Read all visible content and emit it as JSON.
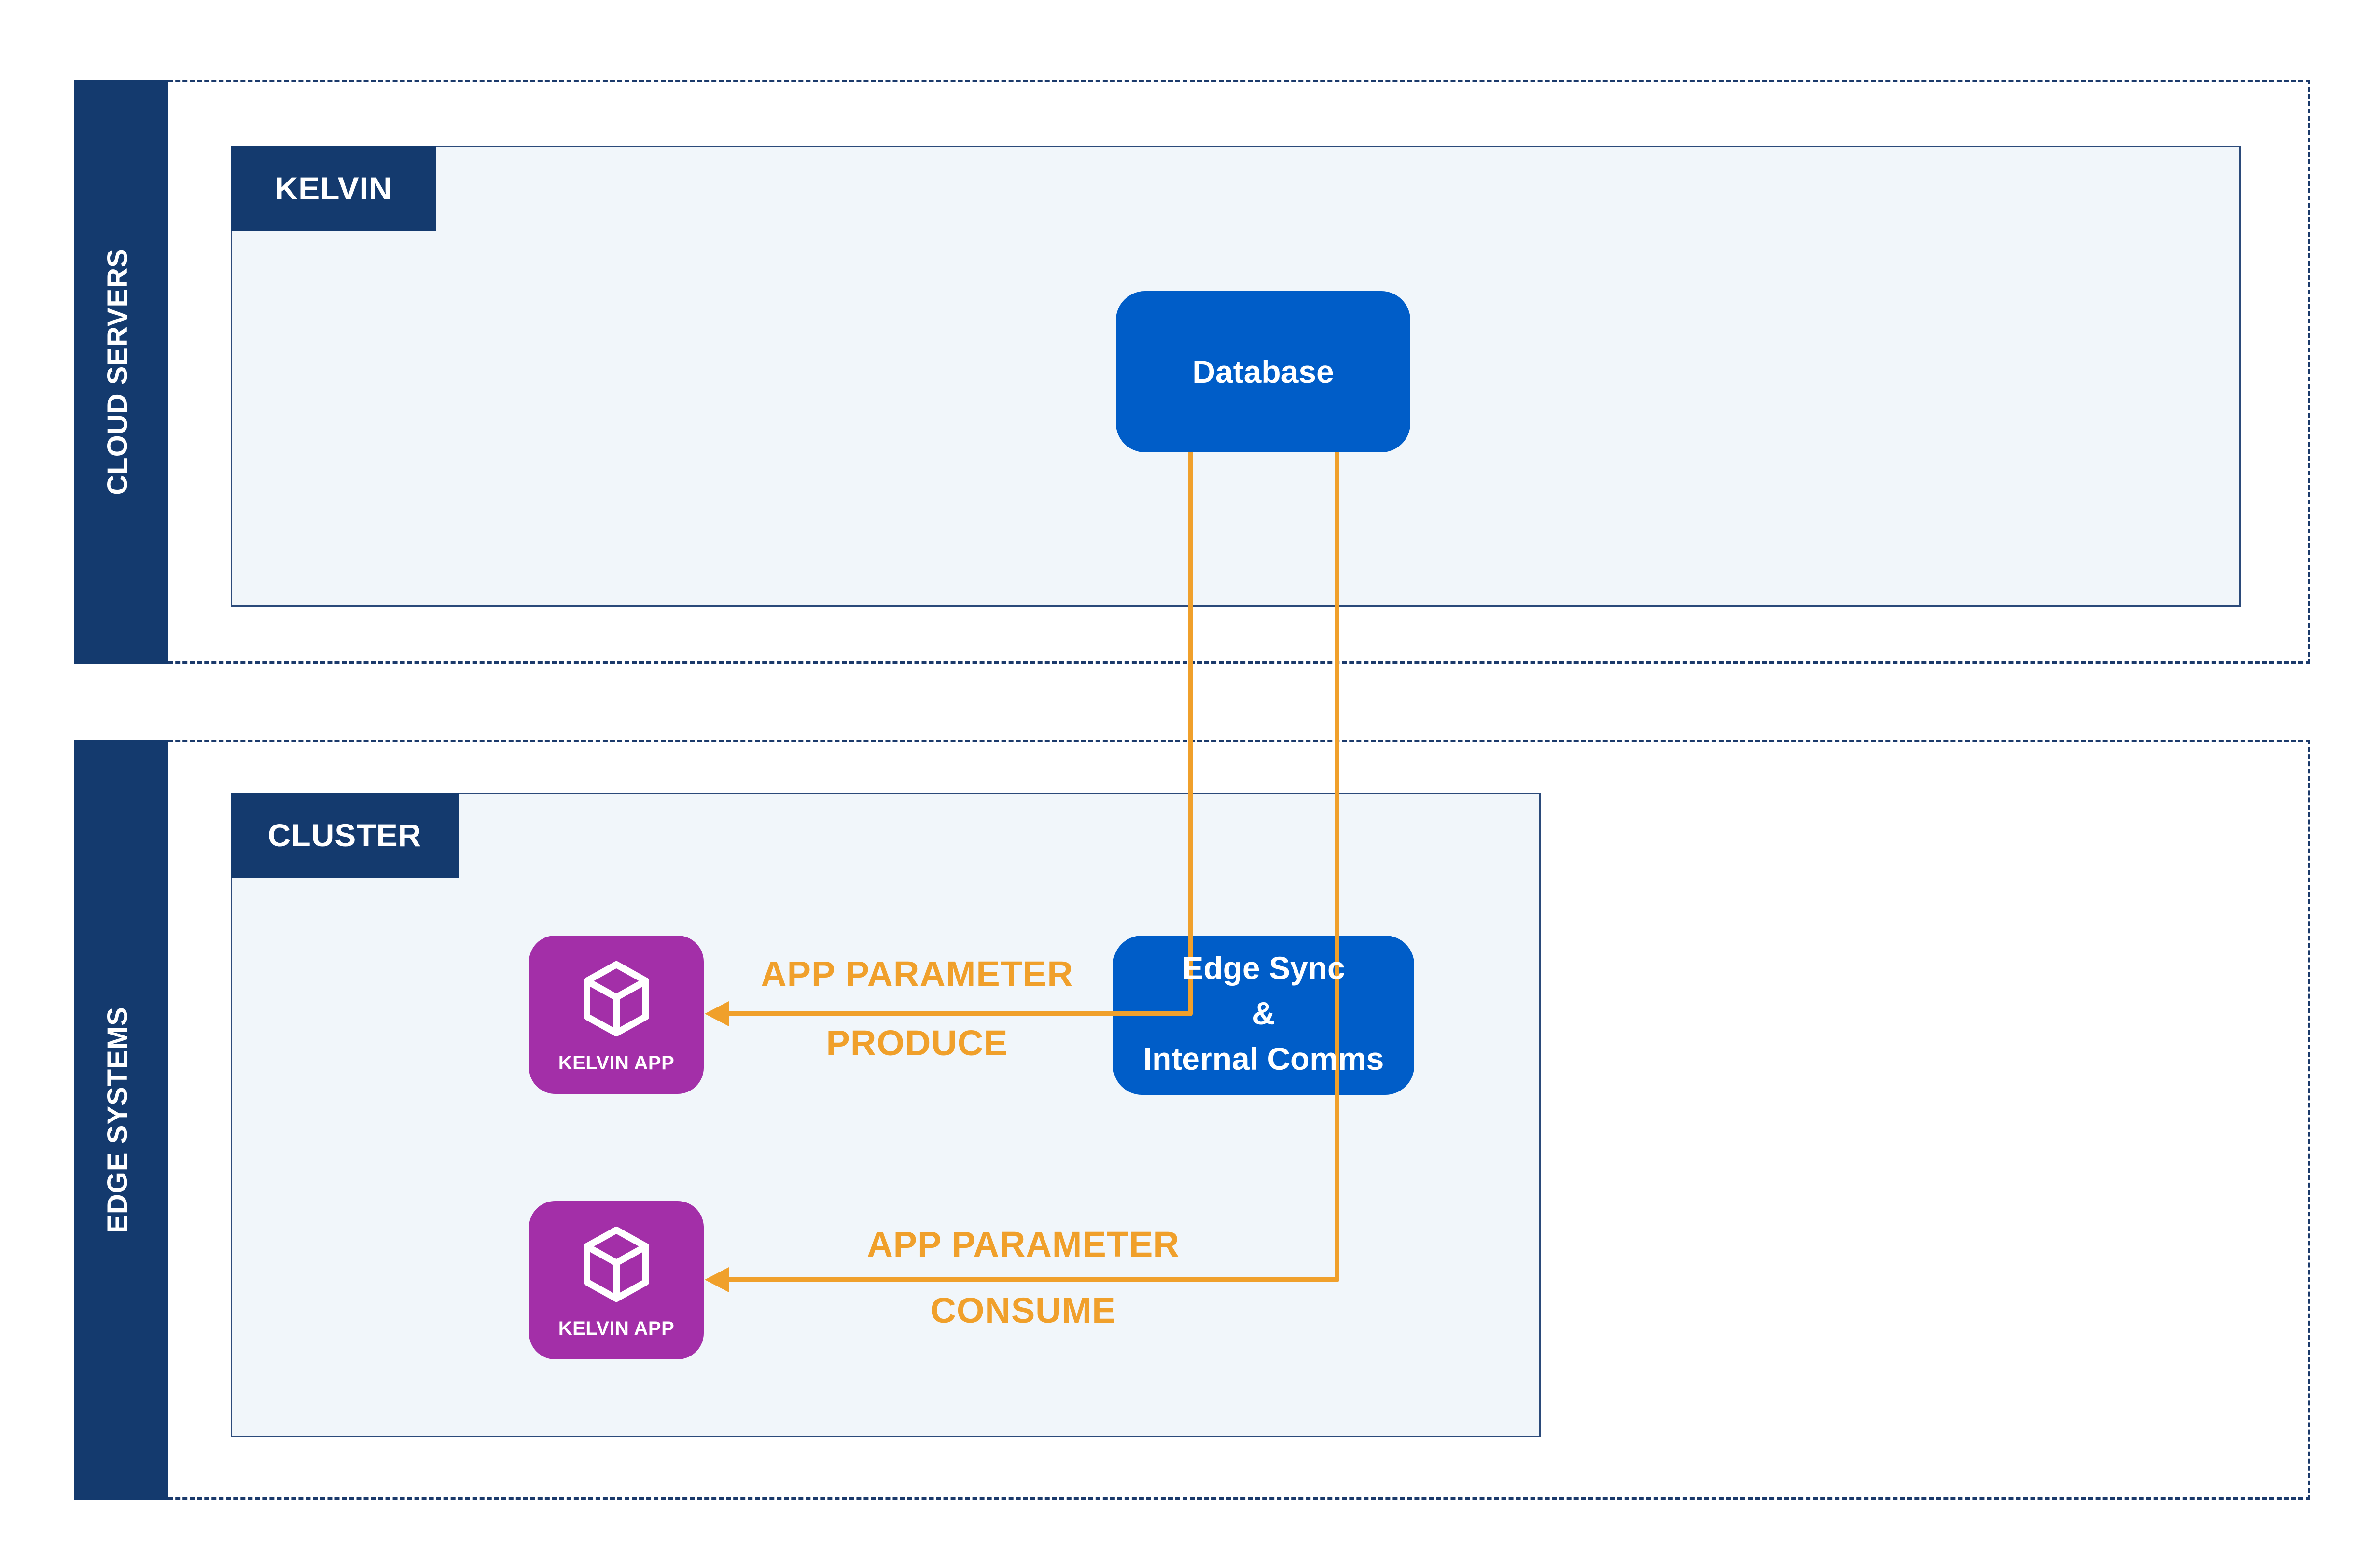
{
  "zones": {
    "cloud": {
      "label": "CLOUD SERVERS"
    },
    "edge": {
      "label": "EDGE SYSTEMS"
    }
  },
  "panels": {
    "kelvin": {
      "title": "KELVIN"
    },
    "cluster": {
      "title": "CLUSTER"
    }
  },
  "nodes": {
    "database": {
      "label": "Database"
    },
    "edge_sync": {
      "line1": "Edge Sync",
      "line2": "&",
      "line3": "Internal Comms"
    }
  },
  "apps": [
    {
      "label": "KELVIN APP",
      "icon": "cube-icon"
    },
    {
      "label": "KELVIN APP",
      "icon": "cube-icon"
    }
  ],
  "flows": {
    "produce": {
      "title": "APP PARAMETER",
      "action": "PRODUCE"
    },
    "consume": {
      "title": "APP PARAMETER",
      "action": "CONSUME"
    }
  },
  "colors": {
    "zone_bar": "#143a6e",
    "panel_bg": "#f1f6fa",
    "node": "#005dc8",
    "app": "#a32fa8",
    "flow": "#f0a02b"
  }
}
